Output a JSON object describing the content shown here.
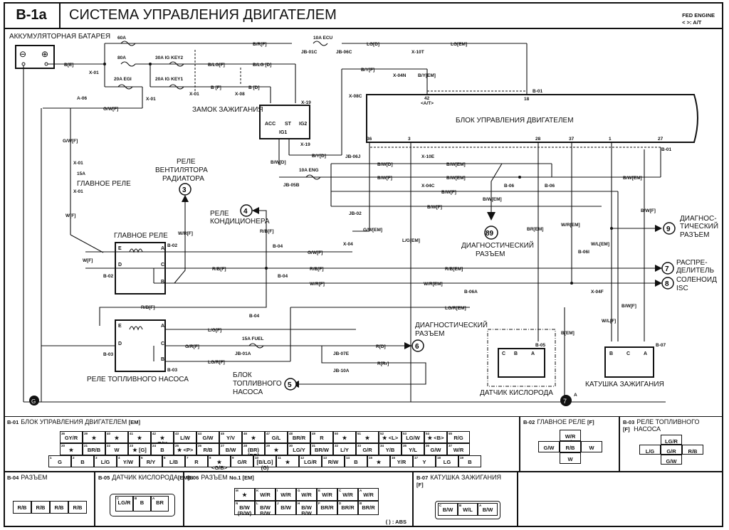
{
  "header": {
    "code": "B-1a",
    "title": "СИСТЕМА УПРАВЛЕНИЯ ДВИГАТЕЛЕМ",
    "engine": "FED ENGINE",
    "at_note": "<   >: A/T"
  },
  "components": {
    "battery": "АККУМУЛЯТОРНАЯ БАТАРЕЯ",
    "ignition_switch": "ЗАМОК ЗАЖИГАНИЯ",
    "ecu": "БЛОК УПРАВЛЕНИЯ ДВИГАТЕЛЕМ",
    "main_relay": "ГЛАВНОЕ РЕЛЕ",
    "main_relay_fuse": "ГЛАВНОЕ РЕЛЕ",
    "fuel_pump_relay": "РЕЛЕ ТОПЛИВНОГО НАСОСА",
    "oxygen_sensor": "ДАТЧИК КИСЛОРОДА",
    "ignition_coil": "КАТУШКА ЗАЖИГАНИЯ",
    "radiator_fan_relay": [
      "РЕЛЕ",
      "ВЕНТИЛЯТОРА",
      "РАДИАТОРА"
    ],
    "ac_relay": [
      "РЕЛЕ",
      "КОНДИЦИОНЕРА"
    ],
    "diag_connector_89": [
      "ДИАГНОСТИЧЕСКИЙ",
      "РАЗЪЕМ"
    ],
    "diag_connector_9": [
      "ДИАГНОС-",
      "ТИЧЕСКИЙ",
      "РАЗЪЕМ"
    ],
    "distributor": [
      "РАСПРЕ-",
      "ДЕЛИТЕЛЬ"
    ],
    "isc_solenoid": [
      "СОЛЕНОИД",
      "ISC"
    ],
    "diag_connector_6": [
      "ДИАГНОСТИЧЕСКИЙ",
      "РАЗЪЕМ"
    ],
    "fuel_pump_block": [
      "БЛОК",
      "ТОПЛИВНОГО",
      "НАСОСА"
    ]
  },
  "refs": {
    "r3": "3",
    "r4": "4",
    "r89": "89",
    "r9": "9",
    "r7": "7",
    "r8": "8",
    "r6": "6",
    "r5": "5",
    "ground_g": "G",
    "ground_7": "7",
    "ground_7_pin": "A"
  },
  "fuses": {
    "f60": "60A",
    "f80": "80A",
    "f20egi": "20A EGI",
    "f30key2": "30A IG KEY2",
    "f20key1": "20A IG KEY1",
    "f10ecu": "10A ECU",
    "f10eng": "10A ENG",
    "f15": "15A",
    "f15fuel": "15A FUEL"
  },
  "wires": {
    "be": "B[E]",
    "brf": "B/R[F]",
    "lgd": "LG[D]",
    "lgem": "LG[EM]",
    "blgf": "B/LG[F]",
    "blgd": "B/LG [D]",
    "bf": "B [F]",
    "bd": "B [D]",
    "byf": "B/Y[F]",
    "byem": "B/Y[EM]",
    "byd": "B/Y[D]",
    "bwd": "B/W[D]",
    "gwf": "G/W[F]",
    "wf": "W[F]",
    "wrf": "W/R[F]",
    "rbf": "R/B[F]",
    "lgf": "L/G[F]",
    "grf": "G/R[F]",
    "lgrf": "LG/R[F]",
    "bwem": "B/W[EM]",
    "bwf": "B/W[F]",
    "gwem": "G/W[EM]",
    "lgem2": "L/G[EM]",
    "brem": "BR[EM]",
    "wrem": "W/R[EM]",
    "wlem": "W/L[EM]",
    "wlf": "W/L[F]",
    "rbem": "R/B[EM]",
    "lgrem": "LG/R[EM]",
    "rd": "R[D]",
    "rrr": "R[Rr]",
    "bem": "B[EM]"
  },
  "connectors": {
    "x01": "X-01",
    "x08": "X-08",
    "x19": "X-19",
    "x08c": "X-08C",
    "x04n": "X-04N",
    "x10t": "X-10T",
    "jb01c": "JB-01C",
    "jb06c": "JB-06C",
    "a06": "A-06",
    "b01": "B-01",
    "b02": "B-02",
    "b03": "B-03",
    "b04": "B-04",
    "b05": "B-05",
    "b06": "B-06",
    "b06a": "B-06A",
    "b06i": "B-06I",
    "b07": "B-07",
    "jb06j": "JB-06J",
    "jb05b": "JB-05B",
    "jb02": "JB-02",
    "x10e": "X-10E",
    "x04c": "X-04C",
    "x04": "X-04",
    "x04f": "X-04F",
    "jb01a": "JB-01A",
    "jb07e": "JB-07E",
    "jb10a": "JB-10A",
    "pin42": "42",
    "pin42at": "<A/T>",
    "pin18": "18",
    "ecu_pins": [
      "36",
      "3",
      "28",
      "37",
      "1",
      "27"
    ]
  },
  "panels": {
    "b01": {
      "id": "B-01",
      "title": "БЛОК УПРАВЛЕНИЯ ДВИГАТЕЛЕМ",
      "tag": "[EM]",
      "row1": [
        [
          "36",
          "GY/R"
        ],
        [
          "39",
          "★"
        ],
        [
          "40",
          "★"
        ],
        [
          "41",
          "★"
        ],
        [
          "42",
          "★ <B/Y>"
        ],
        [
          "43",
          "L/W"
        ],
        [
          "44",
          "G/W"
        ],
        [
          "45",
          "Y/V"
        ],
        [
          "46",
          "★"
        ],
        [
          "47",
          "G/L"
        ],
        [
          "48",
          "BR/R"
        ],
        [
          "49",
          "R"
        ],
        [
          "50",
          "★"
        ],
        [
          "51",
          "★"
        ],
        [
          "52",
          "★ <L>"
        ],
        [
          "53",
          "LG/W"
        ],
        [
          "54",
          "★ <B>"
        ],
        [
          "55",
          "R/G"
        ]
      ],
      "row2": [
        [
          "20",
          "★"
        ],
        [
          "21",
          "BR/B"
        ],
        [
          "22",
          "W"
        ],
        [
          "23",
          "★ [G]"
        ],
        [
          "24",
          "B"
        ],
        [
          "25",
          "★ <P>"
        ],
        [
          "26",
          "R/B"
        ],
        [
          "27",
          "B/W"
        ],
        [
          "28",
          "(BR) [BR]"
        ],
        [
          "29",
          "★"
        ],
        [
          "30",
          "LG/Y"
        ],
        [
          "31",
          "BR/W"
        ],
        [
          "32",
          "L/Y"
        ],
        [
          "33",
          "G/R"
        ],
        [
          "34",
          "Y/B"
        ],
        [
          "35",
          "Y/L"
        ],
        [
          "36",
          "G/W"
        ],
        [
          "37",
          "W/R"
        ]
      ],
      "row3": [
        [
          "1",
          "G"
        ],
        [
          "2",
          "B"
        ],
        [
          "3",
          "L/G"
        ],
        [
          "4",
          "Y/W"
        ],
        [
          "5",
          "R/Y"
        ],
        [
          "6",
          "L/B"
        ],
        [
          "7",
          "R"
        ],
        [
          "8",
          "★ <G/B>"
        ],
        [
          "9",
          "G/R"
        ],
        [
          "10",
          "[B/LG] (G)"
        ],
        [
          "11",
          "★"
        ],
        [
          "12",
          "LG/R"
        ],
        [
          "13",
          "R/W"
        ],
        [
          "14",
          "B"
        ],
        [
          "15",
          "★"
        ],
        [
          "16",
          "Y/R"
        ],
        [
          "17",
          "Y"
        ],
        [
          "18",
          "LG"
        ],
        [
          "19",
          "B"
        ]
      ]
    },
    "b02": {
      "id": "B-02",
      "title": "ГЛАВНОЕ РЕЛЕ",
      "tag": "[F]",
      "top": "W/R W/R",
      "left": "G/W",
      "center": "R/B",
      "right": "W",
      "bottom": "W"
    },
    "b03": {
      "id": "B-03",
      "title": "РЕЛЕ ТОПЛИВНОГО",
      "tag": "[F]",
      "title2": "НАСОСА",
      "top": "LG/R",
      "left": "L/G",
      "center": "G/R",
      "right": "R/B",
      "bottom": "G/W"
    },
    "b04": {
      "id": "B-04",
      "title": "РАЗЪЕМ",
      "cells": [
        "R/B",
        "R/B",
        "R/B",
        "R/B"
      ]
    },
    "b05": {
      "id": "B-05",
      "title": "ДАТЧИК КИСЛОРОДА",
      "tag": "[EM]B",
      "cells": [
        [
          "C",
          "LG/R"
        ],
        [
          "B",
          "B"
        ],
        [
          "A",
          "BR"
        ]
      ]
    },
    "b06": {
      "id": "B-06",
      "title": "РАЗЪЕМ",
      "tag": "No.1 [EM]",
      "row1": [
        [
          "M",
          "★"
        ],
        [
          "K",
          "W/R"
        ],
        [
          "I",
          "W/R"
        ],
        [
          "G",
          "W/R"
        ],
        [
          "E",
          "W/R"
        ],
        [
          "C",
          "W/R"
        ],
        [
          "A",
          "W/R"
        ]
      ],
      "row2": [
        [
          "N",
          "B/W (B/W)"
        ],
        [
          "L",
          "B/W B/W"
        ],
        [
          "J",
          "B/W"
        ],
        [
          "H",
          "B/W B/W"
        ],
        [
          "F",
          "BR/R"
        ],
        [
          "D",
          "BR/R"
        ],
        [
          "B",
          "BR/R"
        ]
      ],
      "note": "(    ) : ABS"
    },
    "b07": {
      "id": "B-07",
      "title": "КАТУШКА ЗАЖИГАНИЯ",
      "tag": "[F]",
      "cells": [
        [
          "C",
          "B/W"
        ],
        [
          "B",
          "W/L"
        ],
        [
          "A",
          "B/W"
        ]
      ]
    }
  }
}
